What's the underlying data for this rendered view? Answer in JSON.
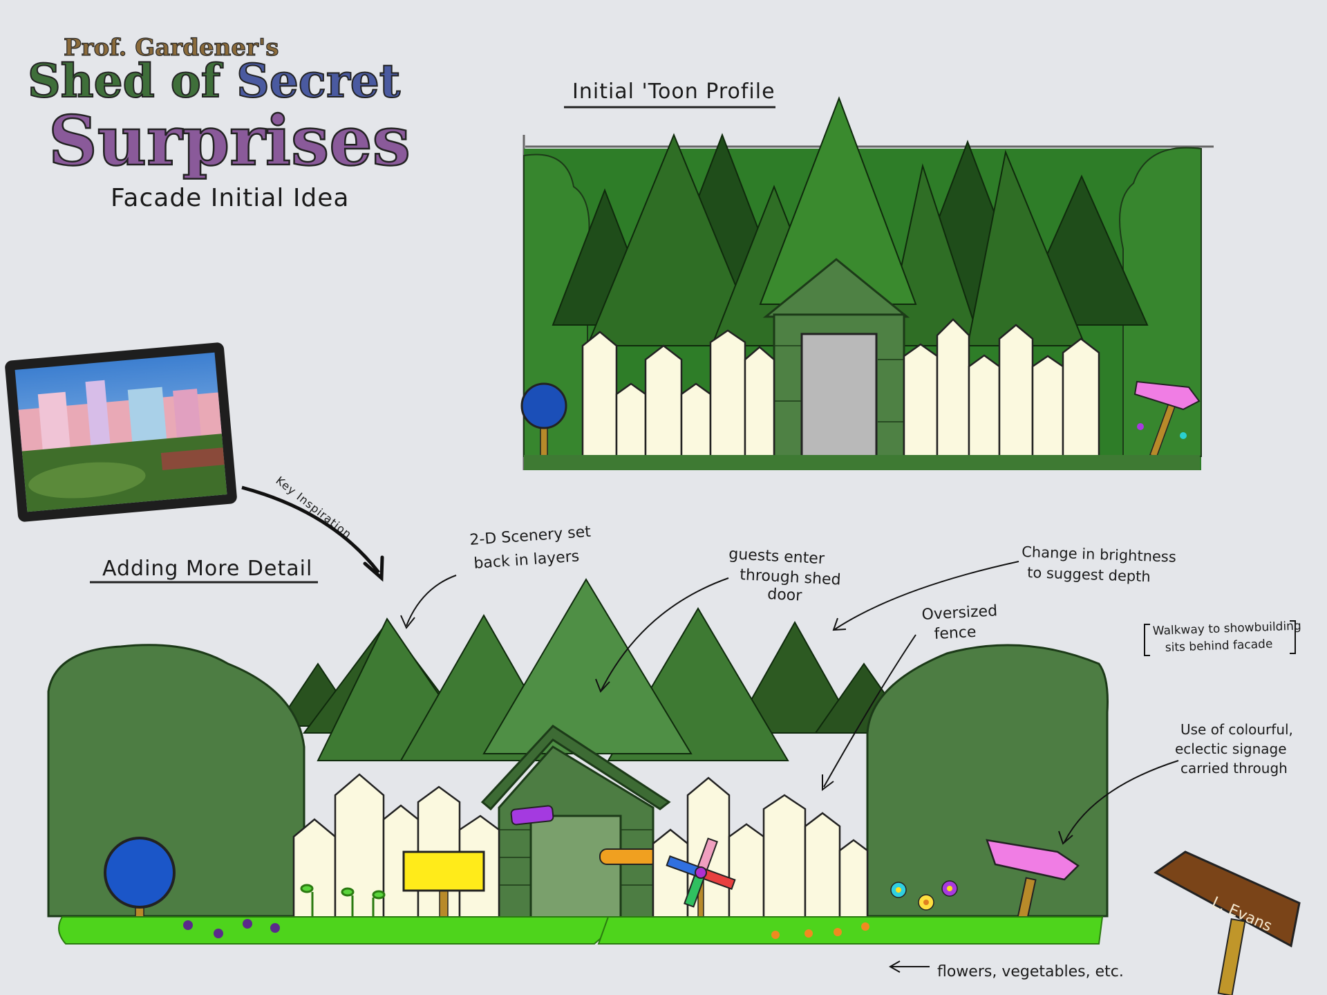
{
  "title": {
    "line1": "Prof. Gardener's",
    "line2a": "Shed of ",
    "line2b": "Secret",
    "line3": "Surprises",
    "subtitle": "Facade Initial Idea"
  },
  "sections": {
    "toon_profile": "Initial 'Toon Profile",
    "more_detail": "Adding More Detail"
  },
  "annotations": {
    "key_inspiration": "Key Inspiration",
    "scenery": [
      "2-D Scenery set",
      "back in layers"
    ],
    "guests": [
      "guests enter",
      "through shed",
      "door"
    ],
    "brightness": [
      "Change in brightness",
      "to suggest depth"
    ],
    "fence": [
      "Oversized",
      "fence"
    ],
    "walkway": [
      "Walkway to showbuilding",
      "sits behind facade"
    ],
    "signage": [
      "Use of colourful,",
      "eclectic signage",
      "carried through"
    ],
    "flowers": "flowers, vegetables, etc."
  },
  "signature": "L. Evans",
  "colors": {
    "title_green": "#3f6f3a",
    "title_bronze": "#8a6a3a",
    "title_blue": "#4a5aa0",
    "title_purple": "#8a5a9a",
    "tree_dark": "#1f4d1a",
    "tree_mid": "#2f6e25",
    "tree_light": "#3a8a2e",
    "bush": "#2e7d28",
    "fence": "#fbf9df",
    "grass": "#4ed41c",
    "sign_blue": "#1b56c8",
    "sign_pink": "#f07de4",
    "sign_yellow": "#ffeb1a"
  }
}
